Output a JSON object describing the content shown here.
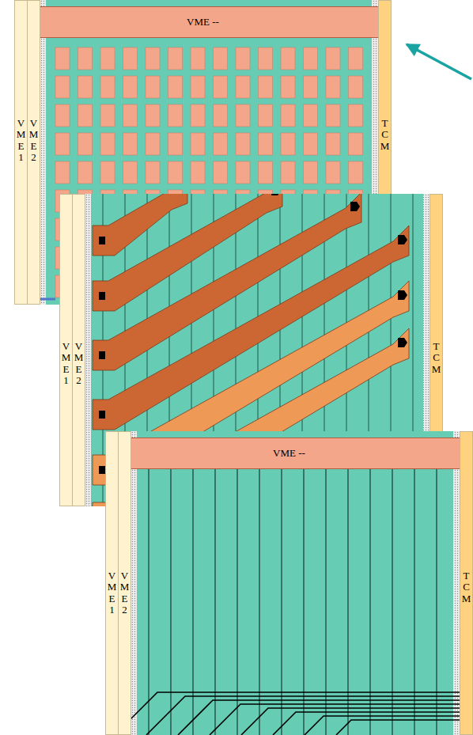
{
  "diagram": {
    "nodes": [
      {
        "text": [
          "VME --"
        ]
      },
      {
        "text": [
          "V M E 1"
        ]
      },
      {
        "text": [
          "V M E 2"
        ]
      },
      {
        "text": [
          "T C M"
        ]
      },
      {
        "text": [
          "V M E 1"
        ]
      },
      {
        "text": [
          "V M E 2"
        ]
      },
      {
        "text": [
          "T C M"
        ]
      },
      {
        "text": [
          "VME --"
        ]
      },
      {
        "text": [
          "V M E 1"
        ]
      },
      {
        "text": [
          "V M E 2"
        ]
      },
      {
        "text": [
          "T C M"
        ]
      }
    ]
  }
}
